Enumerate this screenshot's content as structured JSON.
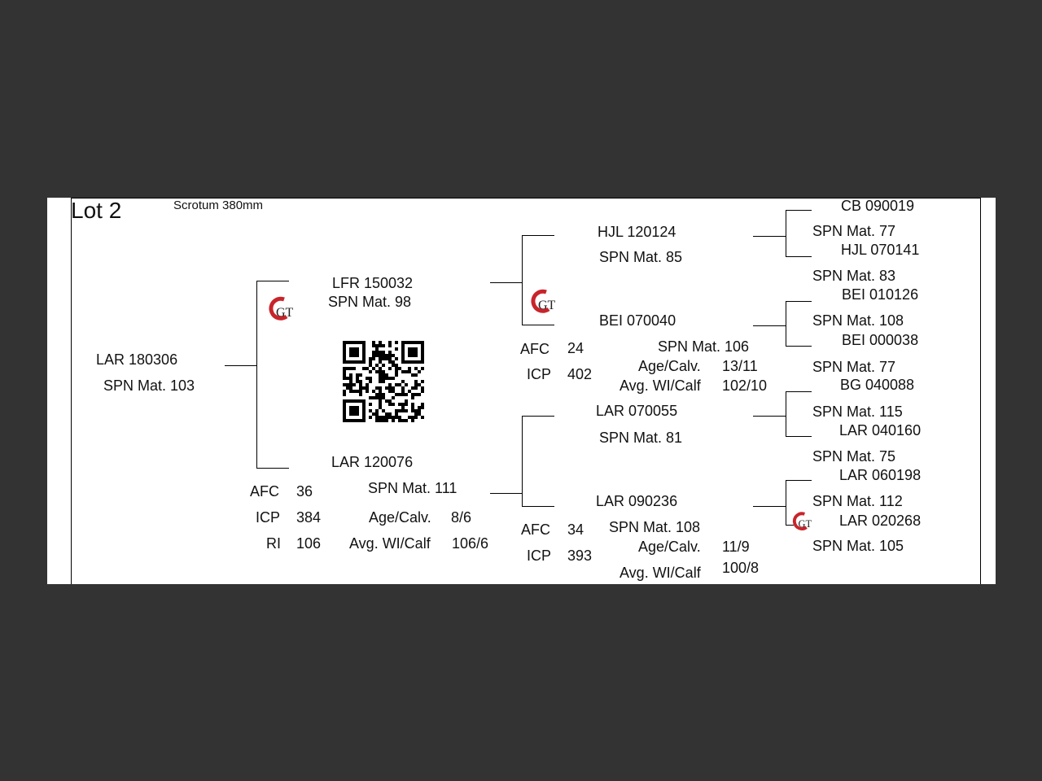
{
  "lot_label": "Lot 2",
  "scrotum": "Scrotum 380mm",
  "logo_text": "GT",
  "icons": {
    "logo": "gt-brand-logo-icon",
    "qr": "qr-code-icon"
  },
  "colors": {
    "background": "#333333",
    "sheet": "#ffffff",
    "logo_red": "#c8242b",
    "logo_dark": "#222222"
  },
  "subject": {
    "id": "LAR 180306",
    "mat": "SPN Mat. 103"
  },
  "sire": {
    "id": "LFR 150032",
    "mat": "SPN Mat. 98",
    "sire": {
      "id": "HJL 120124",
      "mat": "SPN Mat. 85",
      "sire": {
        "id": "CB  090019",
        "mat": "SPN Mat. 77"
      },
      "dam": {
        "id": "HJL 070141",
        "mat": "SPN Mat. 83"
      }
    },
    "dam": {
      "id": "BEI 070040",
      "mat": "SPN Mat. 106",
      "afc_label": "AFC",
      "afc": "24",
      "icp_label": "ICP",
      "icp": "402",
      "age_label": "Age/Calv.",
      "age": "13/11",
      "wi_label": "Avg. WI/Calf",
      "wi": "102/10",
      "sire": {
        "id": "BEI 010126",
        "mat": "SPN Mat. 108"
      },
      "dam": {
        "id": "BEI 000038",
        "mat": "SPN Mat. 77"
      }
    }
  },
  "dam": {
    "id": "LAR 120076",
    "mat": "SPN Mat. 111",
    "afc_label": "AFC",
    "afc": "36",
    "icp_label": "ICP",
    "icp": "384",
    "ri_label": "RI",
    "ri": "106",
    "age_label": "Age/Calv.",
    "age": "8/6",
    "wi_label": "Avg. WI/Calf",
    "wi": "106/6",
    "sire": {
      "id": "LAR 070055",
      "mat": "SPN Mat. 81",
      "sire": {
        "id": "BG  040088",
        "mat": "SPN Mat. 115"
      },
      "dam": {
        "id": "LAR 040160",
        "mat": "SPN Mat. 75"
      }
    },
    "dam": {
      "id": "LAR 090236",
      "mat": "SPN Mat. 108",
      "afc_label": "AFC",
      "afc": "34",
      "icp_label": "ICP",
      "icp": "393",
      "age_label": "Age/Calv.",
      "age": "11/9",
      "wi_label": "Avg. WI/Calf",
      "wi": "100/8",
      "sire": {
        "id": "LAR 060198",
        "mat": "SPN Mat. 112"
      },
      "dam": {
        "id": "LAR 020268",
        "mat": "SPN Mat. 105"
      }
    }
  }
}
